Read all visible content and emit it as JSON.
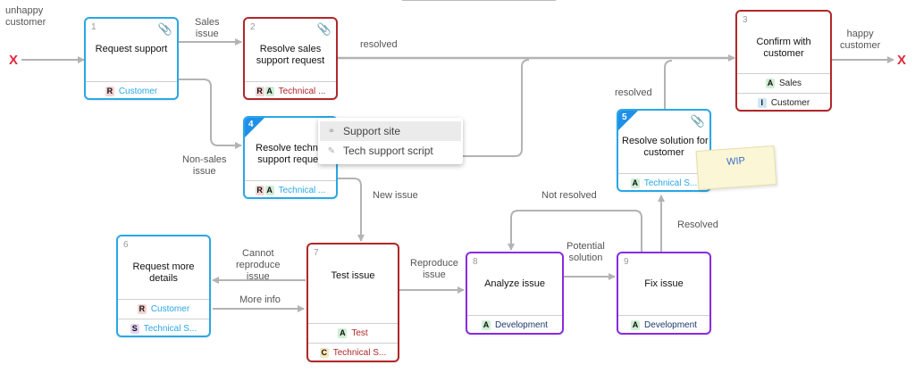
{
  "colors": {
    "blue": "#2aa7e6",
    "red": "#b0282a",
    "purple": "#8a2be2",
    "connector": "#b3b3b3",
    "end_marker": "#e0283a"
  },
  "endpoints": {
    "start_label": "unhappy\ncustomer",
    "end_label": "happy\ncustomer",
    "start_marker": "X",
    "end_marker": "X"
  },
  "nodes": [
    {
      "num": "1",
      "title": "Request support",
      "attachment": true,
      "rows": [
        {
          "tags": [
            "R"
          ],
          "text": "Customer",
          "color": "#2aa7e6"
        }
      ]
    },
    {
      "num": "2",
      "title": "Resolve sales\nsupport request",
      "attachment": true,
      "rows": [
        {
          "tags": [
            "R",
            "A"
          ],
          "text": "Technical ...",
          "color": "#b0282a"
        }
      ]
    },
    {
      "num": "3",
      "title": "Confirm with\ncustomer",
      "attachment": false,
      "rows": [
        {
          "tags": [
            "A"
          ],
          "text": "Sales",
          "color": "#222222"
        },
        {
          "tags": [
            "I"
          ],
          "text": "Customer",
          "color": "#222222"
        }
      ]
    },
    {
      "num": "4",
      "title": "Resolve technic\nsupport reques",
      "attachment": false,
      "selected": true,
      "rows": [
        {
          "tags": [
            "R",
            "A"
          ],
          "text": "Technical ...",
          "color": "#2aa7e6"
        }
      ]
    },
    {
      "num": "5",
      "title": "Resolve solution for\ncustomer",
      "attachment": true,
      "selected": true,
      "rows": [
        {
          "tags": [
            "A"
          ],
          "text": "Technical S...",
          "color": "#2aa7e6"
        }
      ]
    },
    {
      "num": "6",
      "title": "Request more\ndetails",
      "attachment": false,
      "rows": [
        {
          "tags": [
            "R"
          ],
          "text": "Customer",
          "color": "#2aa7e6"
        },
        {
          "tags": [
            "S"
          ],
          "text": "Technical S...",
          "color": "#2aa7e6"
        }
      ]
    },
    {
      "num": "7",
      "title": "Test issue",
      "attachment": false,
      "rows": [
        {
          "tags": [
            "A"
          ],
          "text": "Test",
          "color": "#b0282a"
        },
        {
          "tags": [
            "C"
          ],
          "text": "Technical S...",
          "color": "#b0282a"
        }
      ]
    },
    {
      "num": "8",
      "title": "Analyze issue",
      "attachment": false,
      "rows": [
        {
          "tags": [
            "A"
          ],
          "text": "Development",
          "color": "#1b3a6b"
        }
      ]
    },
    {
      "num": "9",
      "title": "Fix issue",
      "attachment": false,
      "rows": [
        {
          "tags": [
            "A"
          ],
          "text": "Development",
          "color": "#1b3a6b"
        }
      ]
    }
  ],
  "edge_labels": {
    "sales_issue": "Sales\nissue",
    "resolved_top": "resolved",
    "non_sales_issue": "Non-sales\nissue",
    "resolved_mid": "resolved",
    "new_issue": "New issue",
    "not_resolved": "Not resolved",
    "resolved_fix": "Resolved",
    "potential_solution": "Potential\nsolution",
    "reproduce_issue": "Reproduce\nissue",
    "cannot_reproduce": "Cannot\nreproduce\nissue",
    "more_info": "More info"
  },
  "context_menu": {
    "items": [
      {
        "icon": "link-icon",
        "label": "Support site",
        "highlighted": true
      },
      {
        "icon": "document-icon",
        "label": "Tech support script",
        "highlighted": false
      }
    ]
  },
  "sticky_note": {
    "text": "WIP"
  }
}
